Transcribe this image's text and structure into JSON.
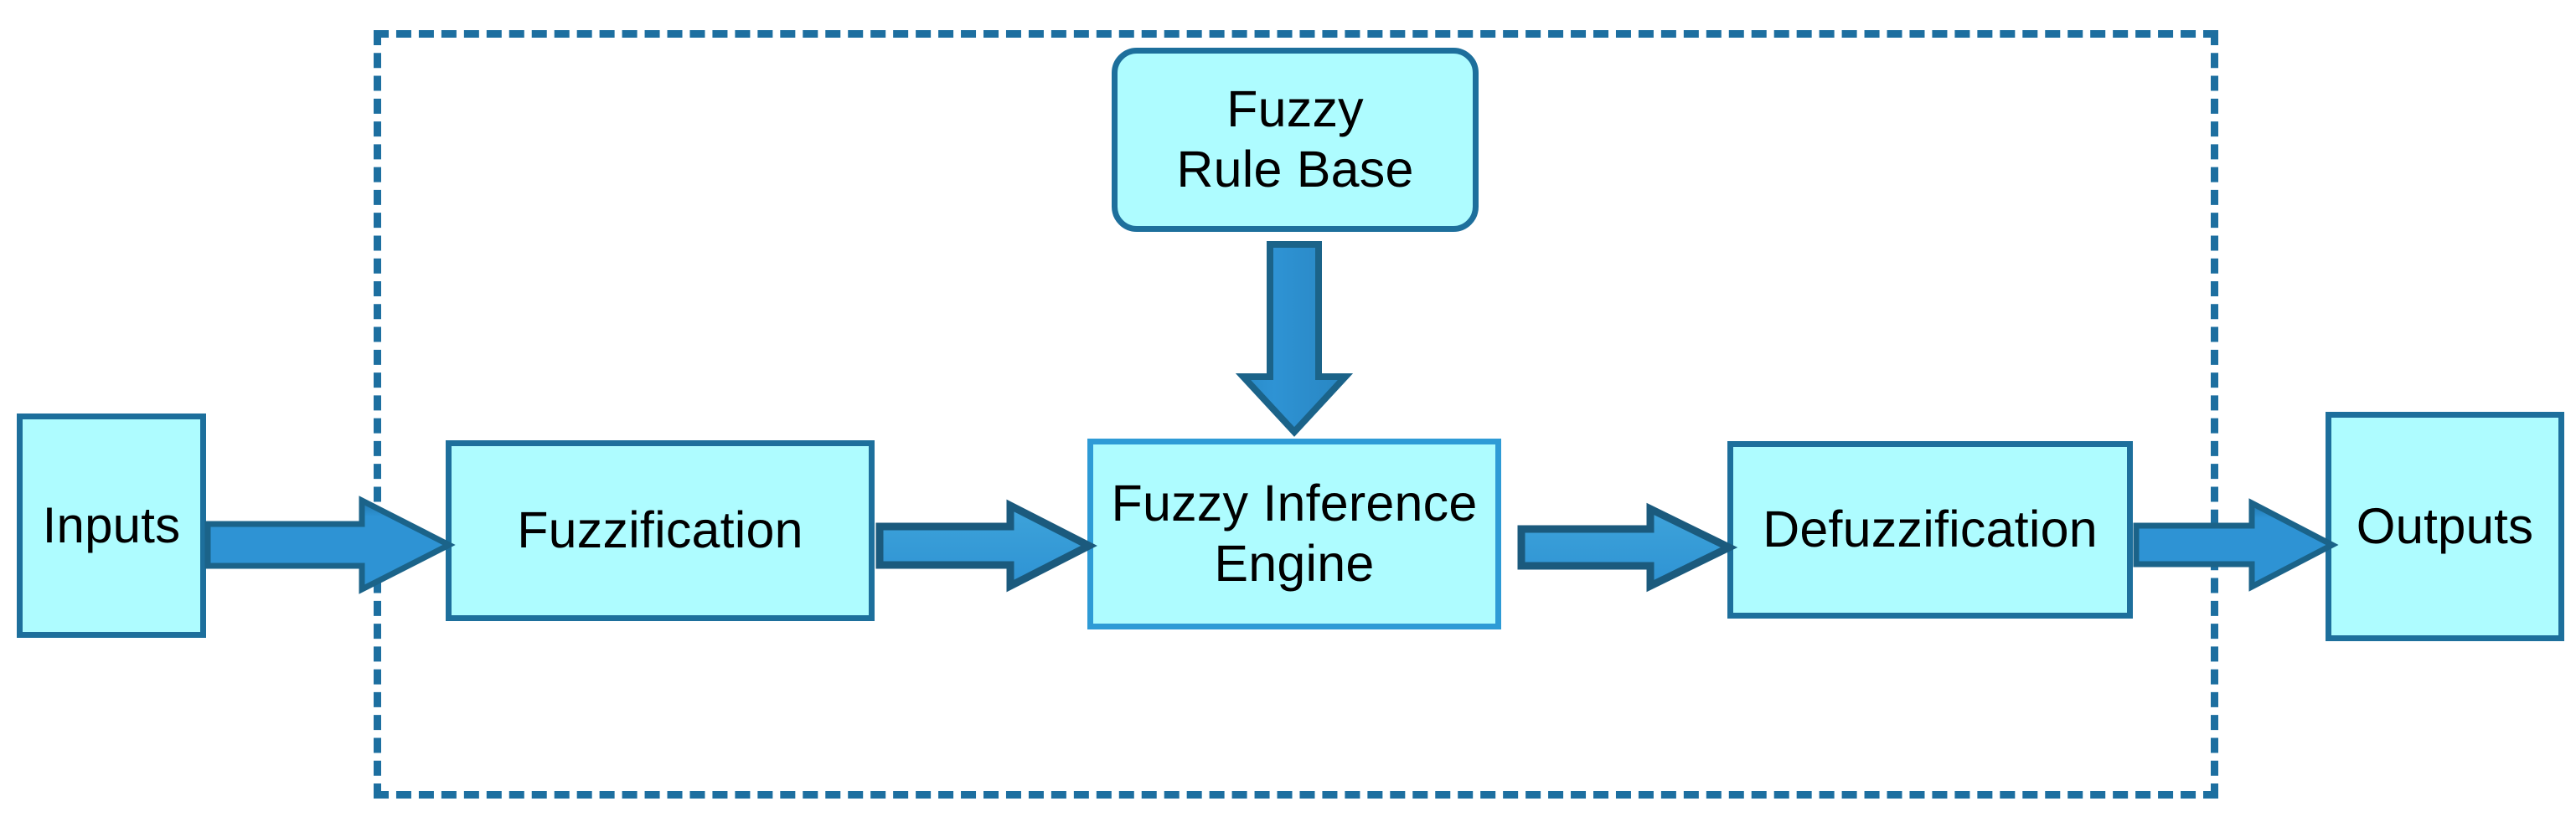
{
  "diagram": {
    "title": "Fuzzy Logic System Block Diagram",
    "type": "block-flow-diagram",
    "boundary": {
      "name": "fuzzy-system-boundary",
      "style": "dashed",
      "label": ""
    },
    "palette": {
      "node_fill": "#AEFCFF",
      "node_stroke": "#1D6F9C",
      "inference_stroke": "#2E9BD6",
      "arrow_fill": "#2E93D4",
      "arrow_stroke": "#1B6389",
      "boundary_stroke": "#1D6FA0",
      "text": "#000000",
      "background": "#FFFFFF"
    },
    "nodes": [
      {
        "id": "inputs",
        "label": "Inputs",
        "shape": "rectangle",
        "inside_boundary": false
      },
      {
        "id": "fuzzification",
        "label": "Fuzzification",
        "shape": "rectangle",
        "inside_boundary": true
      },
      {
        "id": "rule_base",
        "label": "Fuzzy\nRule Base",
        "shape": "rounded-rectangle",
        "inside_boundary": true
      },
      {
        "id": "inference",
        "label": "Fuzzy Inference\nEngine",
        "shape": "rectangle",
        "inside_boundary": true
      },
      {
        "id": "defuzzification",
        "label": "Defuzzification",
        "shape": "rectangle",
        "inside_boundary": true
      },
      {
        "id": "outputs",
        "label": "Outputs",
        "shape": "rectangle",
        "inside_boundary": false
      }
    ],
    "edges": [
      {
        "id": "e1",
        "from": "inputs",
        "to": "fuzzification",
        "label": "",
        "direction": "right"
      },
      {
        "id": "e2",
        "from": "fuzzification",
        "to": "inference",
        "label": "",
        "direction": "right"
      },
      {
        "id": "e3",
        "from": "rule_base",
        "to": "inference",
        "label": "",
        "direction": "down"
      },
      {
        "id": "e4",
        "from": "inference",
        "to": "defuzzification",
        "label": "",
        "direction": "right"
      },
      {
        "id": "e5",
        "from": "defuzzification",
        "to": "outputs",
        "label": "",
        "direction": "right"
      }
    ]
  }
}
